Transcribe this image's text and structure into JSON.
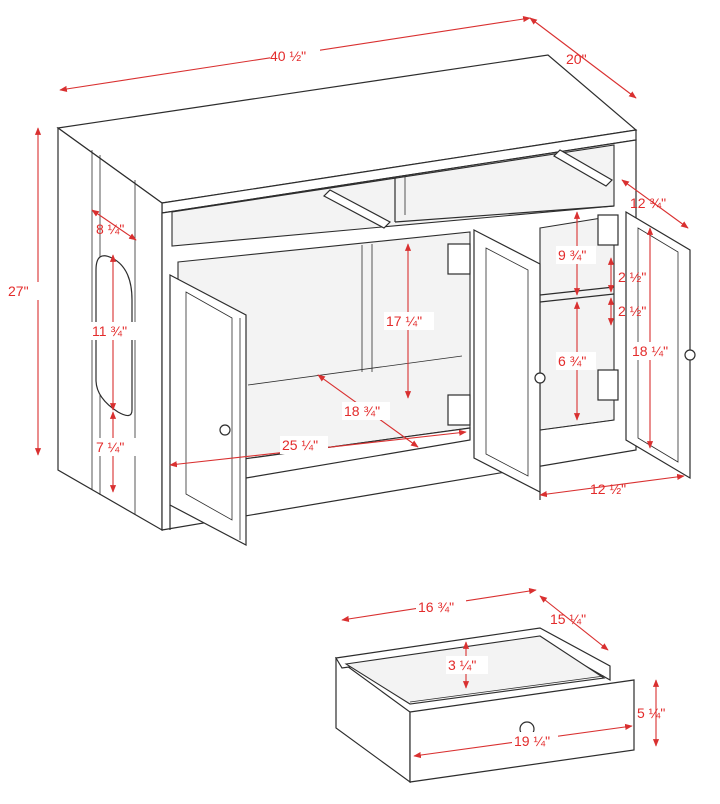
{
  "colors": {
    "dimension": "#e32b2b",
    "line": "#2d2d2d",
    "background": "#ffffff"
  },
  "dimensions": {
    "cabinet_width": "40 ½\"",
    "cabinet_depth": "20\"",
    "cabinet_height": "27\"",
    "side_opening_top_offset": "8 ¼\"",
    "side_opening_height": "11 ¾\"",
    "side_opening_bottom_offset": "7 ¼\"",
    "left_interior_height": "17 ¼\"",
    "left_interior_depth": "18 ¾\"",
    "left_interior_width": "25 ¼\"",
    "right_top_shelf_height": "9 ¾\"",
    "right_top_spacing": "2 ½\"",
    "right_bottom_spacing": "2 ½\"",
    "right_bottom_shelf_height": "6 ¾\"",
    "right_interior_depth": "12 ¾\"",
    "right_door_height": "18 ¼\"",
    "right_interior_width": "12 ½\"",
    "drawer_width": "16 ¾\"",
    "drawer_depth": "15 ¼\"",
    "drawer_inner_height": "3 ¼\"",
    "drawer_front_height": "5 ¼\"",
    "drawer_front_width": "19 ¼\""
  }
}
